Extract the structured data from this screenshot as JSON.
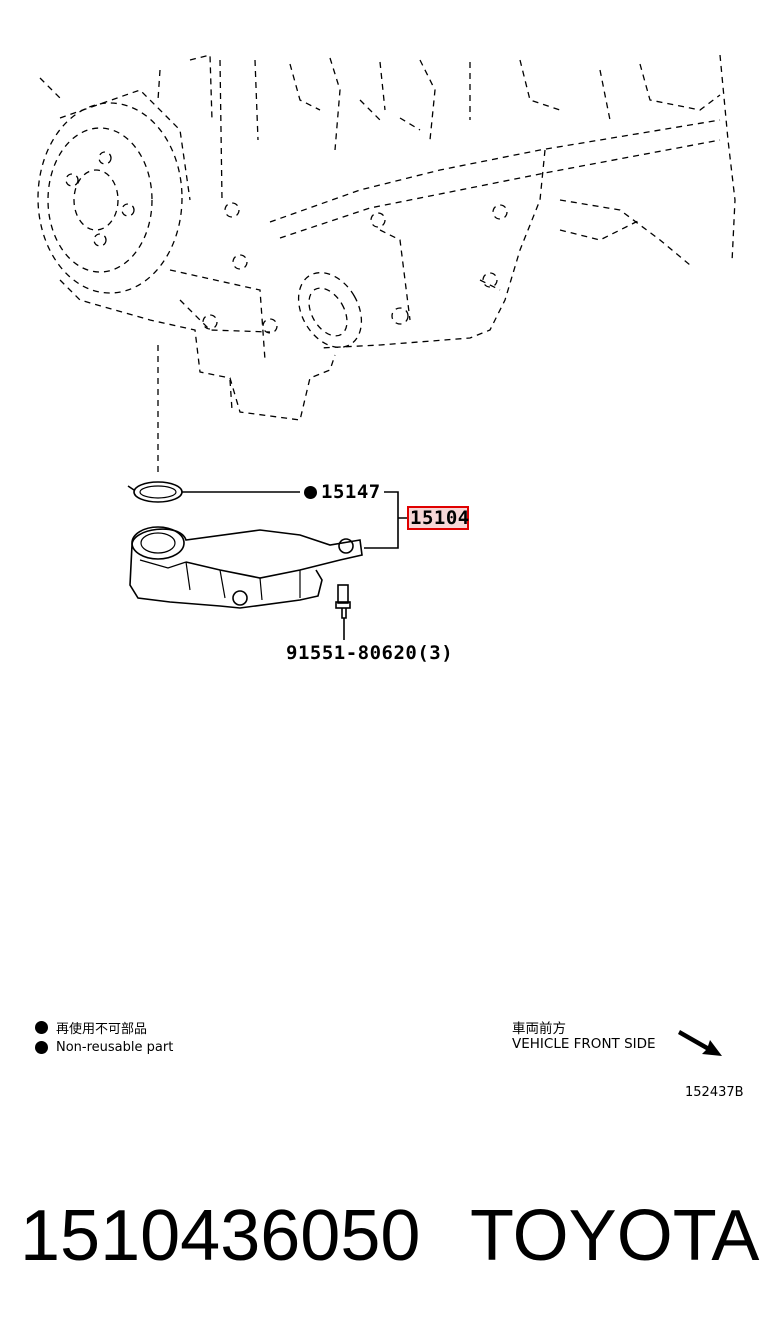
{
  "parts": {
    "gasket_no": "15147",
    "assembly_no": "15104",
    "bolt_no": "91551-80620(3)"
  },
  "legend": {
    "jp": "再使用不可部品",
    "en": "Non-reusable part"
  },
  "direction": {
    "jp": "車両前方",
    "en": "VEHICLE FRONT SIDE"
  },
  "figure_code": "152437B",
  "footer": {
    "part_number": "1510436050",
    "brand": "TOYOTA"
  },
  "colors": {
    "highlight": "#e00000",
    "highlight_fill": "#f6d6d6"
  }
}
